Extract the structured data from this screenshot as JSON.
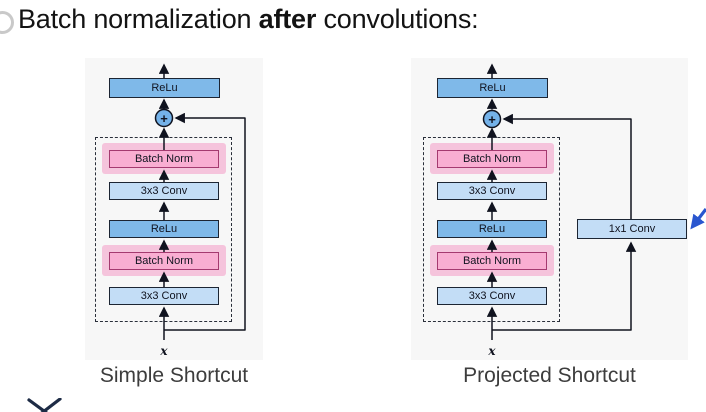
{
  "title": {
    "prefix": "Batch normalization ",
    "emphasis": "after",
    "suffix": " convolutions:"
  },
  "diagrams": {
    "left": {
      "caption": "Simple Shortcut",
      "input_label": "x",
      "plus_label": "+",
      "blocks": {
        "relu_out": "ReLu",
        "bn_top": "Batch Norm",
        "conv_top": "3x3 Conv",
        "relu_mid": "ReLu",
        "bn_bottom": "Batch Norm",
        "conv_bottom": "3x3 Conv"
      }
    },
    "right": {
      "caption": "Projected Shortcut",
      "input_label": "x",
      "plus_label": "+",
      "blocks": {
        "relu_out": "ReLu",
        "bn_top": "Batch Norm",
        "conv_top": "3x3 Conv",
        "relu_mid": "ReLu",
        "bn_bottom": "Batch Norm",
        "conv_bottom": "3x3 Conv",
        "projection": "1x1 Conv"
      }
    }
  },
  "colors": {
    "relu_fill": "#7fb9e9",
    "conv_fill": "#c3ddf6",
    "batchnorm_fill": "#f9aed2",
    "batchnorm_border": "#a53a70",
    "batchnorm_highlight": "#f5c4dc",
    "panel_bg": "#f7f7f7",
    "line": "#10131f",
    "annotation_arrow": "#2a56cf"
  }
}
